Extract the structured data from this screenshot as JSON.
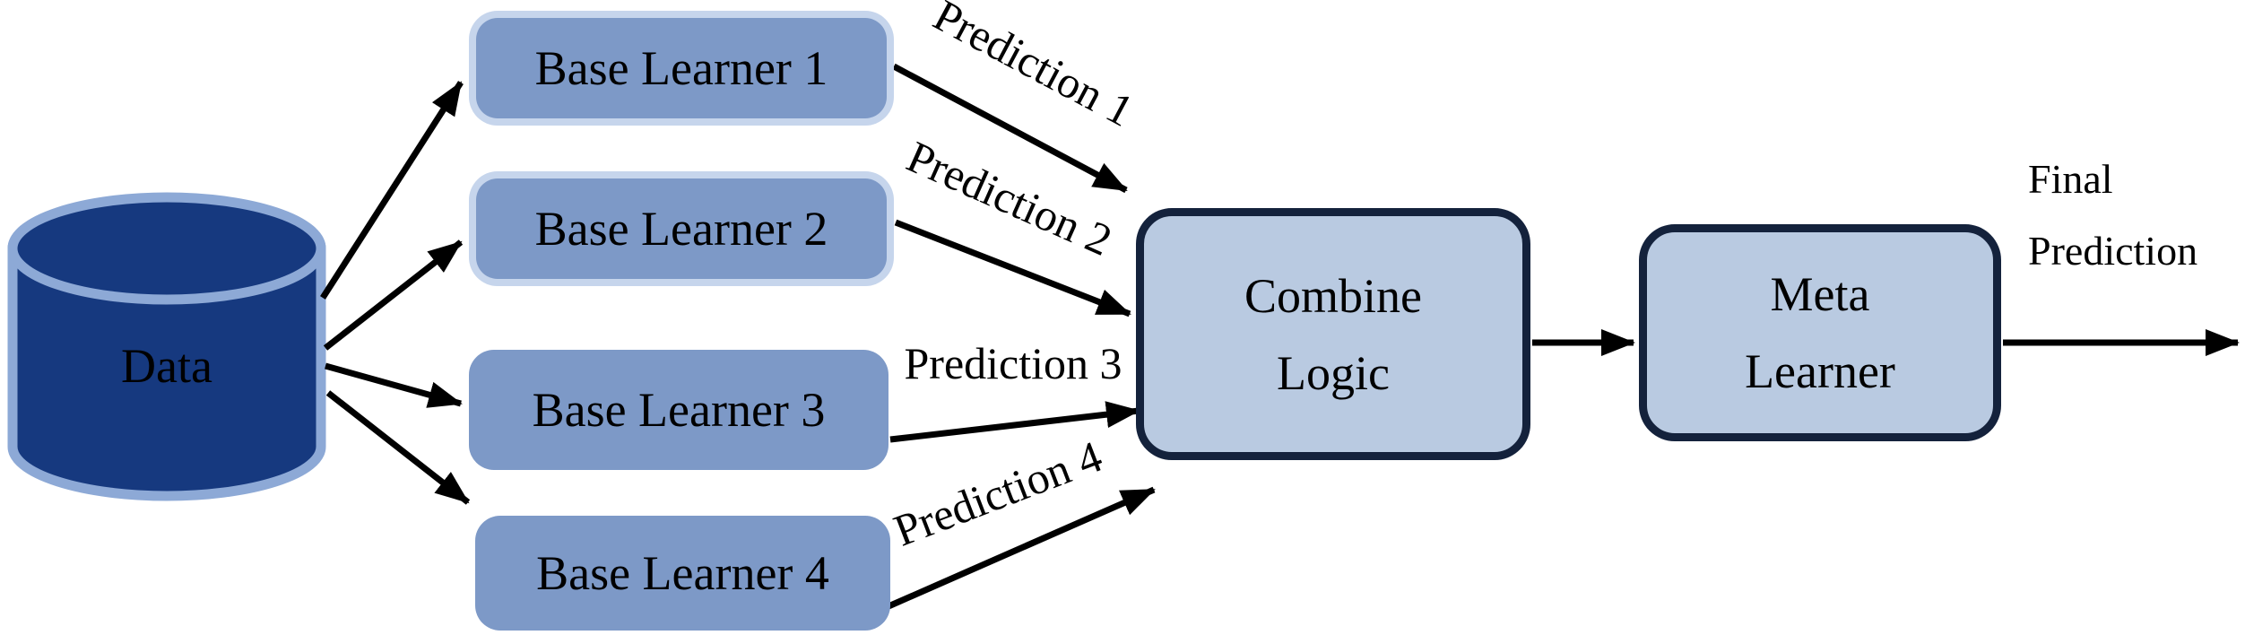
{
  "diagram_type": "stacking-ensemble-flow",
  "nodes": {
    "data": {
      "label": "Data",
      "shape": "cylinder"
    },
    "base_learners": [
      {
        "label": "Base Learner 1"
      },
      {
        "label": "Base Learner 2"
      },
      {
        "label": "Base Learner 3"
      },
      {
        "label": "Base Learner 4"
      }
    ],
    "combine_logic": {
      "label": "Combine Logic"
    },
    "meta_learner": {
      "label": "Meta Learner"
    }
  },
  "edge_labels": {
    "predictions": [
      "Prediction 1",
      "Prediction 2",
      "Prediction 3",
      "Prediction 4"
    ],
    "final": "Final Prediction"
  },
  "colors": {
    "background": "#FFFFFF",
    "data_fill": "#16397F",
    "data_border": "#8DA9D6",
    "base_learner_fill": "#7D99C7",
    "base_learner_rim": "#C6D5EC",
    "stage_fill": "#B9CAE1",
    "stage_border": "#14223C",
    "arrow": "#000000",
    "text": "#000000"
  }
}
